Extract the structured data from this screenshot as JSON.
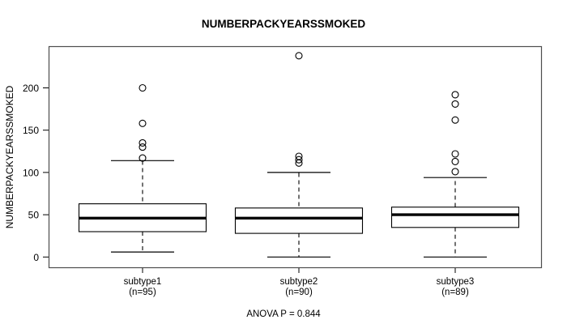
{
  "chart_data": {
    "type": "box",
    "title": "NUMBERPACKYEARSSMOKED",
    "ylabel": "NUMBERPACKYEARSSMOKED",
    "xlabel": "",
    "footnote": "ANOVA P = 0.844",
    "ylim": [
      -6,
      248
    ],
    "yticks": [
      0,
      50,
      100,
      150,
      200
    ],
    "ytick_labels": [
      "0",
      "50",
      "100",
      "150",
      "200"
    ],
    "grid": false,
    "legend": null,
    "categories": [
      "subtype1",
      "subtype2",
      "subtype3"
    ],
    "category_counts": [
      "(n=95)",
      "(n=90)",
      "(n=89)"
    ],
    "boxes": [
      {
        "name": "subtype1",
        "n": 95,
        "lower_whisker": 6,
        "q1": 30,
        "median": 46,
        "q3": 63,
        "upper_whisker": 114,
        "outliers": [
          200,
          158,
          133,
          128,
          117
        ]
      },
      {
        "name": "subtype2",
        "n": 90,
        "lower_whisker": 2,
        "q1": 28,
        "median": 46,
        "q3": 58,
        "upper_whisker": 100,
        "outliers": [
          238,
          113,
          109,
          105
        ]
      },
      {
        "name": "subtype3",
        "n": 89,
        "lower_whisker": 2,
        "q1": 35,
        "median": 50,
        "q3": 59,
        "upper_whisker": 94,
        "outliers": [
          192,
          181,
          162,
          120,
          111,
          99
        ]
      }
    ],
    "colors": {
      "line": "#000000",
      "frame": "#4d4d4d",
      "background": "#ffffff"
    }
  }
}
